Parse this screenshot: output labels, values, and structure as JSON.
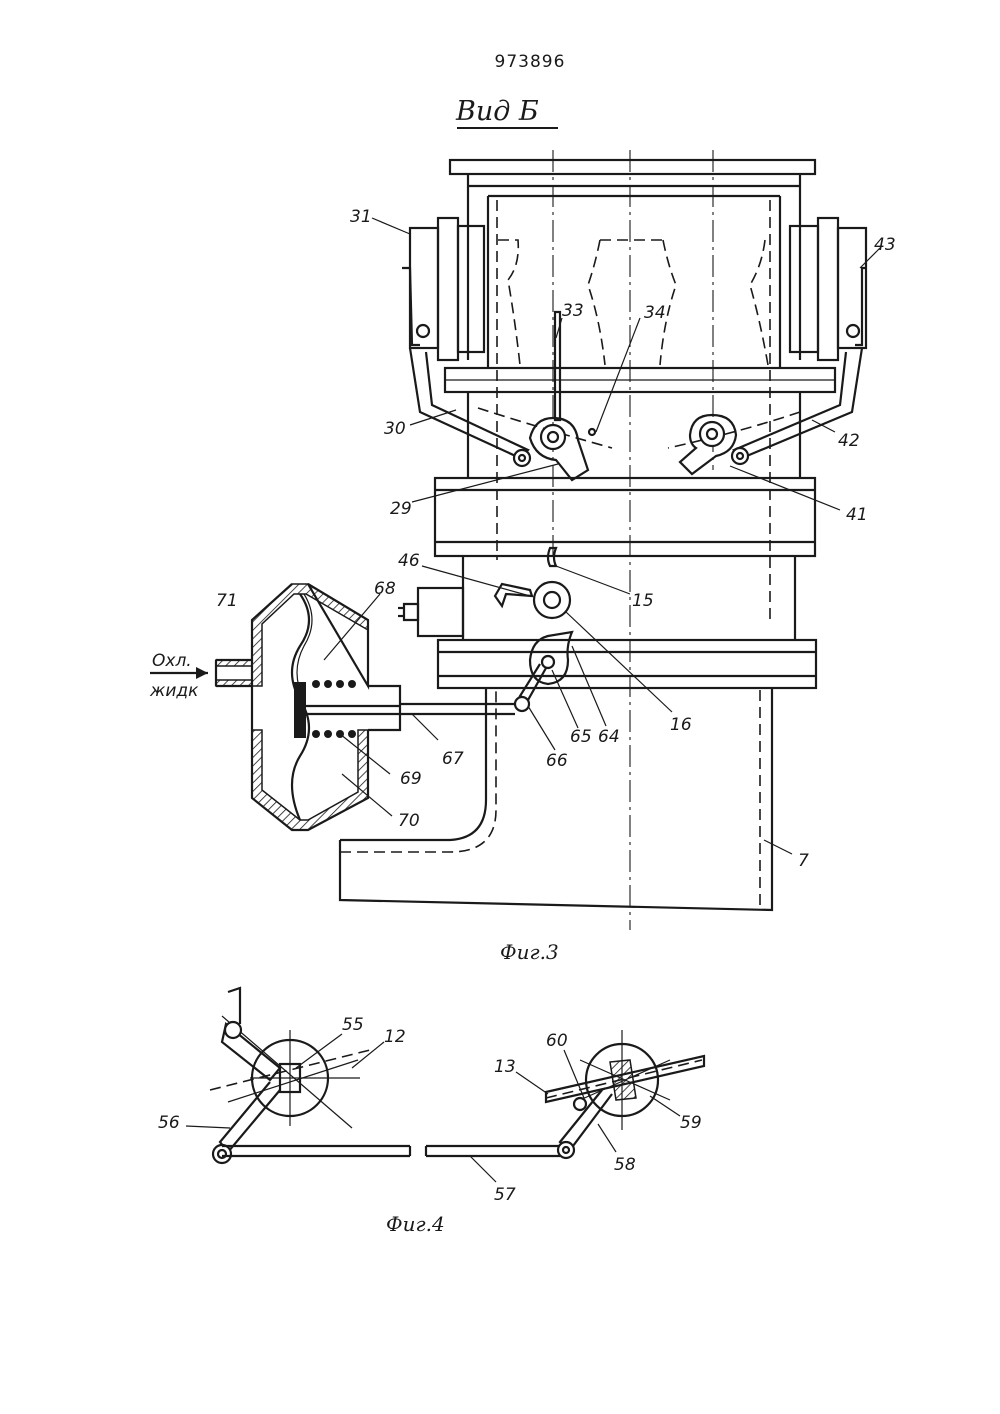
{
  "document": {
    "number": "973896",
    "view_title": "Вид Б"
  },
  "figure3": {
    "caption": "Фиг.3",
    "inlet_label_line1": "Охл.",
    "inlet_label_line2": "жидк",
    "callouts": [
      "31",
      "33",
      "34",
      "43",
      "30",
      "42",
      "29",
      "41",
      "46",
      "68",
      "71",
      "15",
      "67",
      "66",
      "65",
      "64",
      "16",
      "69",
      "70",
      "7"
    ]
  },
  "figure4": {
    "caption": "Фиг.4",
    "callouts": [
      "55",
      "12",
      "60",
      "13",
      "56",
      "59",
      "58",
      "57"
    ]
  }
}
